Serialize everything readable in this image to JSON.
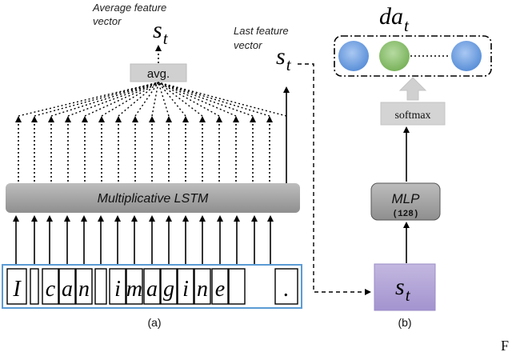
{
  "panel_a": {
    "avg_note_line1": "Average feature",
    "avg_note_line2": "vector",
    "last_note_line1": "Last feature",
    "last_note_line2": "vector",
    "avg_label": "avg.",
    "lstm_label": "Multiplicative LSTM",
    "output_symbol": "s",
    "output_sub": "t",
    "tokens": [
      "I",
      "",
      "c",
      "a",
      "n",
      "",
      "i",
      "m",
      "a",
      "g",
      "i",
      "n",
      "e",
      "",
      "."
    ],
    "caption": "(a)"
  },
  "panel_b": {
    "da_symbol": "da",
    "da_sub": "t",
    "softmax_label": "softmax",
    "mlp_label": "MLP",
    "mlp_size": "(128)",
    "input_symbol": "s",
    "input_sub": "t",
    "caption": "(b)"
  },
  "edge_text": "F",
  "colors": {
    "token_border": "#5b9bd5",
    "lstm_fill": "#a6a6a6",
    "avg_fill": "#d0d0d0",
    "mlp_fill": "#a6a6a6",
    "softmax_fill": "#d4d4d4",
    "st_fill": "#b4a7d6",
    "node_blue": "#7ea6e0",
    "node_green": "#93c47d",
    "arrow_gray": "#d0d0d0"
  }
}
